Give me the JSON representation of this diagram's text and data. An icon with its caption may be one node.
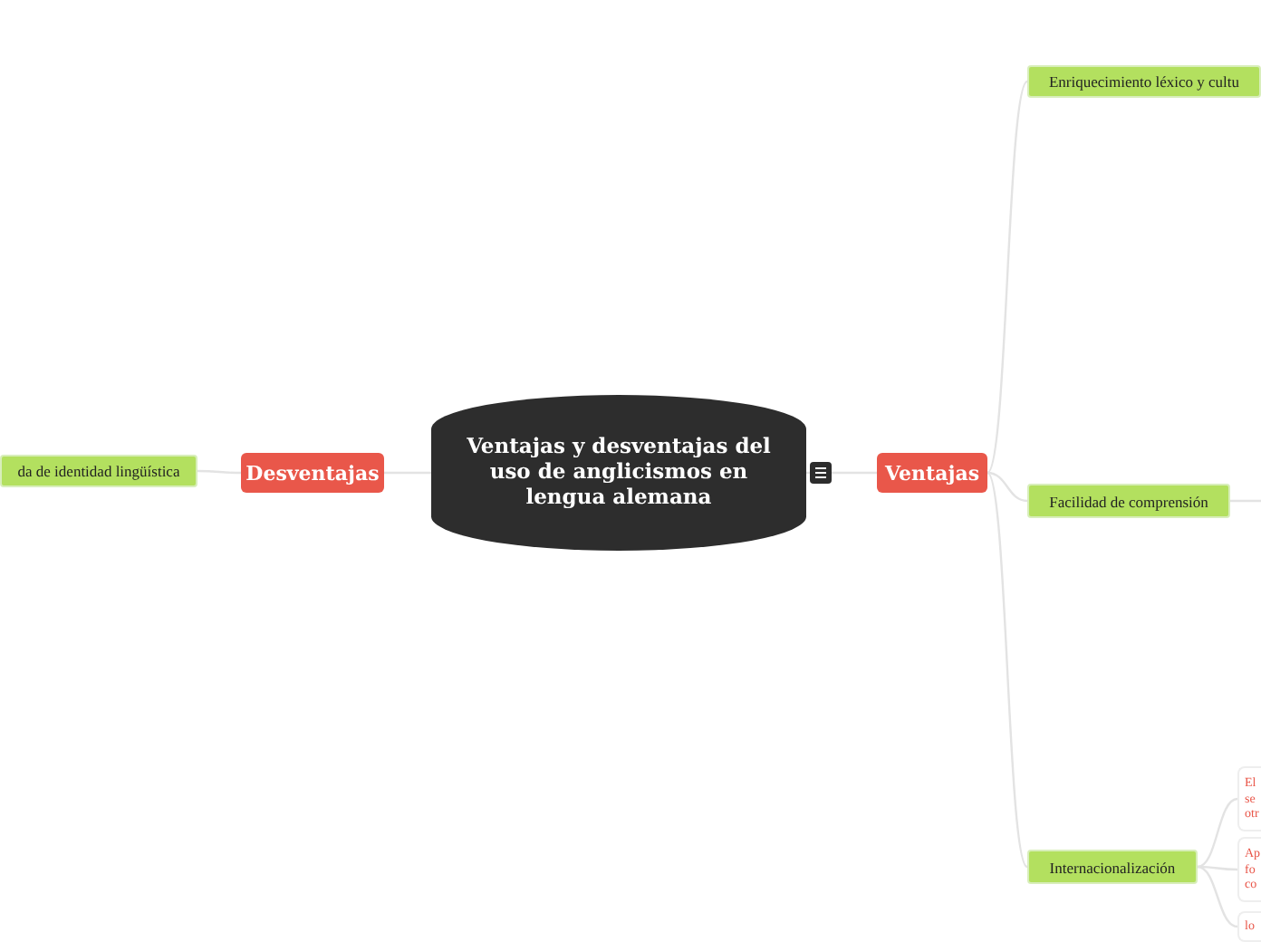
{
  "diagram": {
    "nodes": [
      {
        "text": [
          "Ventajas y desventajas del uso de anglicismos en lengua alemana"
        ]
      },
      {
        "text": [
          "Desventajas"
        ]
      },
      {
        "text": [
          "da de identidad lingüística"
        ]
      },
      {
        "text": [
          "Ventajas"
        ]
      },
      {
        "text": [
          "Enriquecimiento léxico y cultu"
        ]
      },
      {
        "text": [
          "Facilidad de comprensión"
        ]
      },
      {
        "text": [
          "Internacionalización"
        ]
      },
      {
        "text": [
          "El se otr"
        ]
      },
      {
        "text": [
          "Ap fo co"
        ]
      },
      {
        "text": [
          "lo"
        ]
      }
    ],
    "edges": [
      {
        "from": 0,
        "to": 1,
        "arrow": "none"
      },
      {
        "from": 1,
        "to": 2,
        "arrow": "none"
      },
      {
        "from": 0,
        "to": 3,
        "arrow": "none"
      },
      {
        "from": 3,
        "to": 4,
        "arrow": "none"
      },
      {
        "from": 3,
        "to": 5,
        "arrow": "none"
      },
      {
        "from": 3,
        "to": 6,
        "arrow": "none"
      },
      {
        "from": 5,
        "to": null,
        "arrow": "none"
      },
      {
        "from": 6,
        "to": 7,
        "arrow": "none"
      },
      {
        "from": 6,
        "to": 8,
        "arrow": "none"
      },
      {
        "from": 6,
        "to": 9,
        "arrow": "none"
      }
    ]
  }
}
